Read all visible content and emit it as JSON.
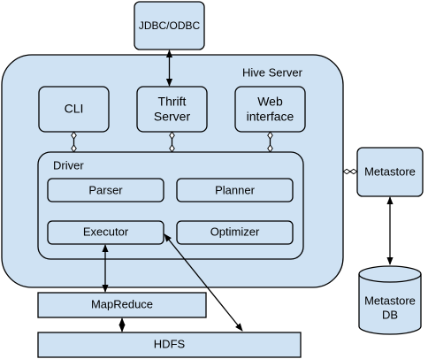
{
  "colors": {
    "box_fill": "#cfe2f3",
    "stroke": "#000000",
    "background": "#ffffff"
  },
  "nodes": {
    "jdbc_odbc": "JDBC/ODBC",
    "hive_server": "Hive Server",
    "cli": "CLI",
    "thrift_server_line1": "Thrift",
    "thrift_server_line2": "Server",
    "web_interface_line1": "Web",
    "web_interface_line2": "interface",
    "driver": "Driver",
    "parser": "Parser",
    "planner": "Planner",
    "executor": "Executor",
    "optimizer": "Optimizer",
    "metastore": "Metastore",
    "metastore_db_line1": "Metastore",
    "metastore_db_line2": "DB",
    "mapreduce": "MapReduce",
    "hdfs": "HDFS"
  },
  "edges": [
    {
      "from": "JDBC/ODBC",
      "to": "Thrift Server",
      "arrows": "both"
    },
    {
      "from": "CLI",
      "to": "Driver",
      "arrows": "both"
    },
    {
      "from": "Thrift Server",
      "to": "Driver",
      "arrows": "both"
    },
    {
      "from": "Web interface",
      "to": "Driver",
      "arrows": "both"
    },
    {
      "from": "Hive Server",
      "to": "Metastore",
      "arrows": "both"
    },
    {
      "from": "Metastore",
      "to": "Metastore DB",
      "arrows": "both"
    },
    {
      "from": "Executor",
      "to": "MapReduce",
      "arrows": "both"
    },
    {
      "from": "Executor",
      "to": "HDFS",
      "arrows": "both"
    },
    {
      "from": "MapReduce",
      "to": "HDFS",
      "arrows": "both"
    }
  ]
}
